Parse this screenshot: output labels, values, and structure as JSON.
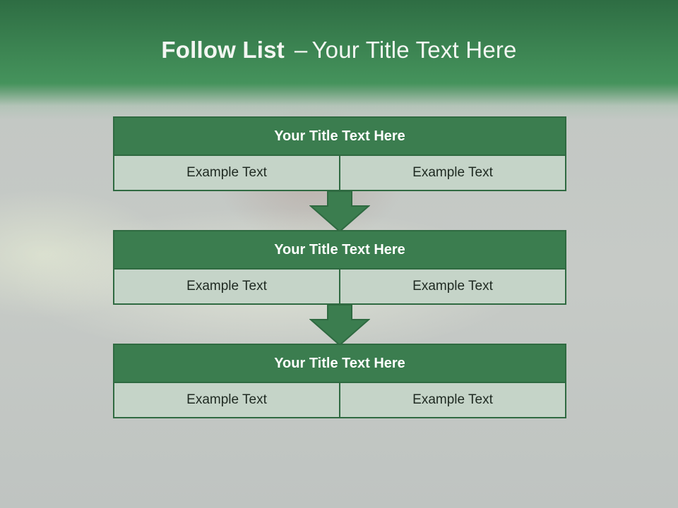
{
  "slide": {
    "title_bold": "Follow List",
    "title_sep": "–",
    "title_rest": "Your Title Text Here"
  },
  "blocks": [
    {
      "title": "Your Title Text Here",
      "left": "Example Text",
      "right": "Example Text"
    },
    {
      "title": "Your Title Text Here",
      "left": "Example Text",
      "right": "Example Text"
    },
    {
      "title": "Your Title Text Here",
      "left": "Example Text",
      "right": "Example Text"
    }
  ],
  "colors": {
    "header_green": "#3a8150",
    "block_title": "#3b7d4f",
    "block_border": "#2f6a41",
    "cell_fill": "#c5d4c8",
    "arrow_fill": "#3b7d4f"
  }
}
